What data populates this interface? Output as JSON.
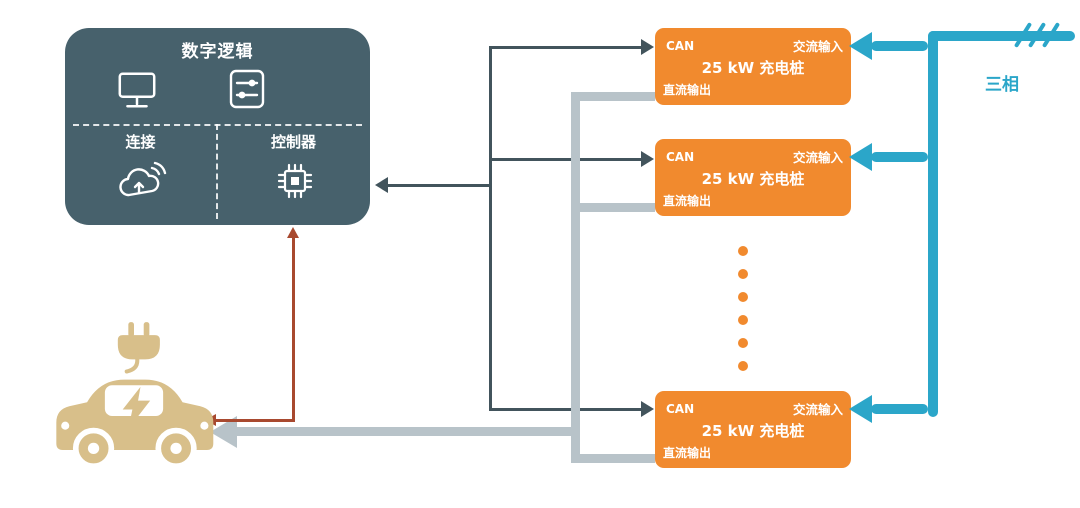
{
  "digital_block": {
    "title": "数字逻辑",
    "connectivity_label": "连接",
    "controller_label": "控制器"
  },
  "modules": [
    {
      "can_label": "CAN",
      "ac_input_label": "交流输入",
      "title": "25 kW 充电桩",
      "dc_output_label": "直流输出"
    },
    {
      "can_label": "CAN",
      "ac_input_label": "交流输入",
      "title": "25 kW 充电桩",
      "dc_output_label": "直流输出"
    },
    {
      "can_label": "CAN",
      "ac_input_label": "交流输入",
      "title": "25 kW 充电桩",
      "dc_output_label": "直流输出"
    }
  ],
  "three_phase_label": "三相",
  "colors": {
    "dark_box": "#47616c",
    "module_orange": "#f18a2e",
    "ac_blue": "#2ba6c9",
    "dc_gray": "#b8c3c9",
    "can_dark": "#42545c",
    "pilot_red": "#a8492f",
    "car_tan": "#d8bf8a"
  }
}
